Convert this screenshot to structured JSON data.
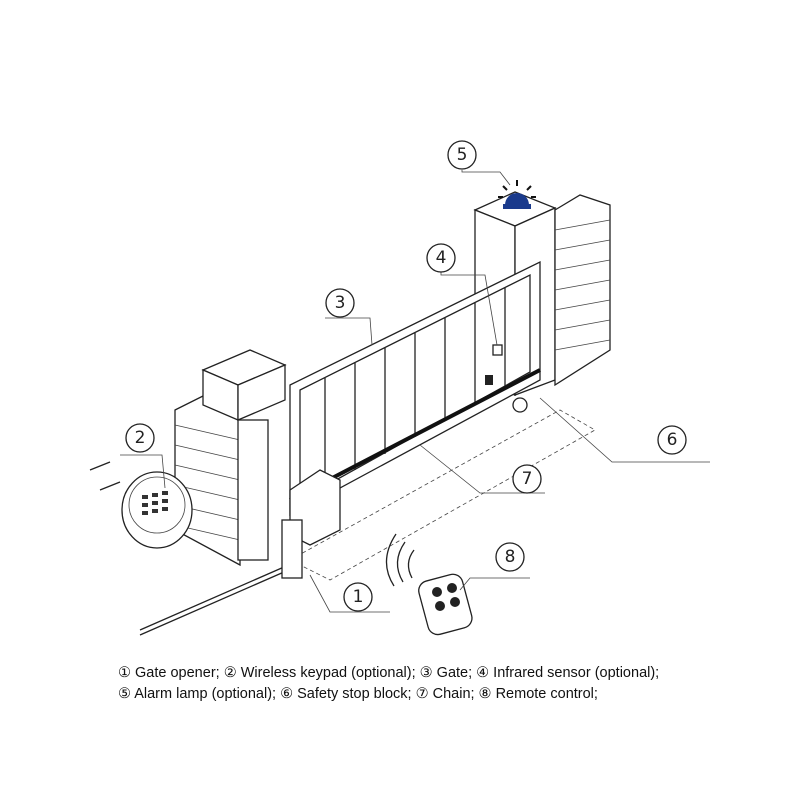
{
  "callouts": {
    "c1": "1",
    "c2": "2",
    "c3": "3",
    "c4": "4",
    "c5": "5",
    "c6": "6",
    "c7": "7",
    "c8": "8"
  },
  "caption": {
    "line1": "① Gate opener; ② Wireless keypad (optional); ③ Gate; ④ Infrared sensor (optional);",
    "line2": "⑤ Alarm lamp (optional); ⑥ Safety stop block; ⑦ Chain; ⑧ Remote control;"
  },
  "colors": {
    "alarm_lamp": "#1a3a8c",
    "line": "#222222"
  }
}
